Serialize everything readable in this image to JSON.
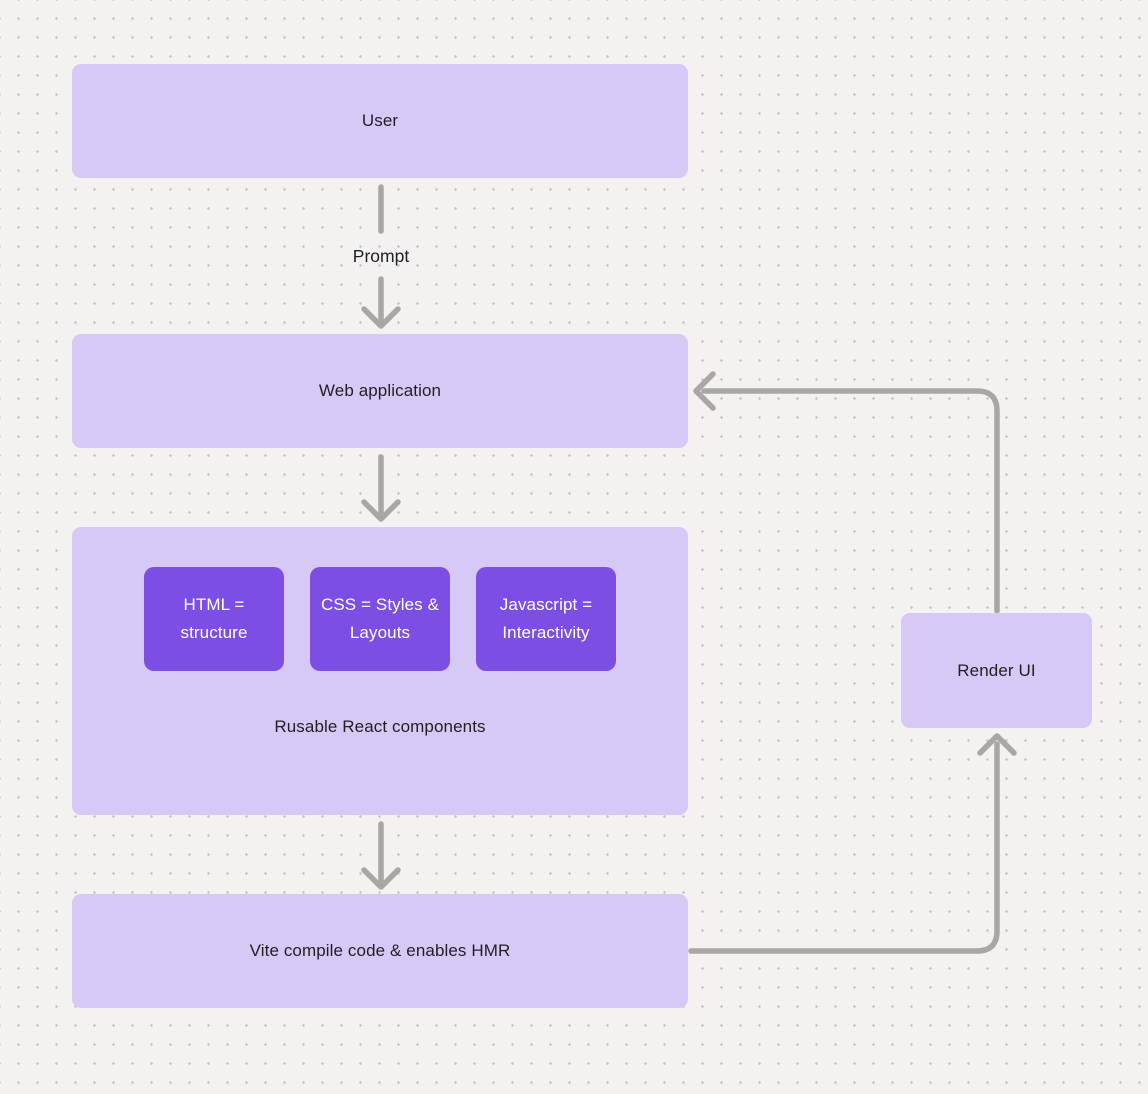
{
  "diagram": {
    "nodes": {
      "user": {
        "label": "User"
      },
      "web_application": {
        "label": "Web application"
      },
      "components_group": {
        "caption": "Rusable React components",
        "children": [
          {
            "label": "HTML = structure"
          },
          {
            "label": "CSS = Styles & Layouts"
          },
          {
            "label": "Javascript = Interactivity"
          }
        ]
      },
      "vite": {
        "label": "Vite compile code & enables HMR"
      },
      "render_ui": {
        "label": "Render UI"
      }
    },
    "edges": {
      "user_to_webapp_label": "Prompt"
    },
    "colors": {
      "background": "#f3f2f0",
      "grid_dot": "#c3c0bd",
      "node_fill": "#d7c9f5",
      "accent_fill": "#7d4ee3",
      "connector": "#a9a6a3",
      "text_dark": "#1f1f24",
      "text_light": "#ffffff"
    }
  }
}
